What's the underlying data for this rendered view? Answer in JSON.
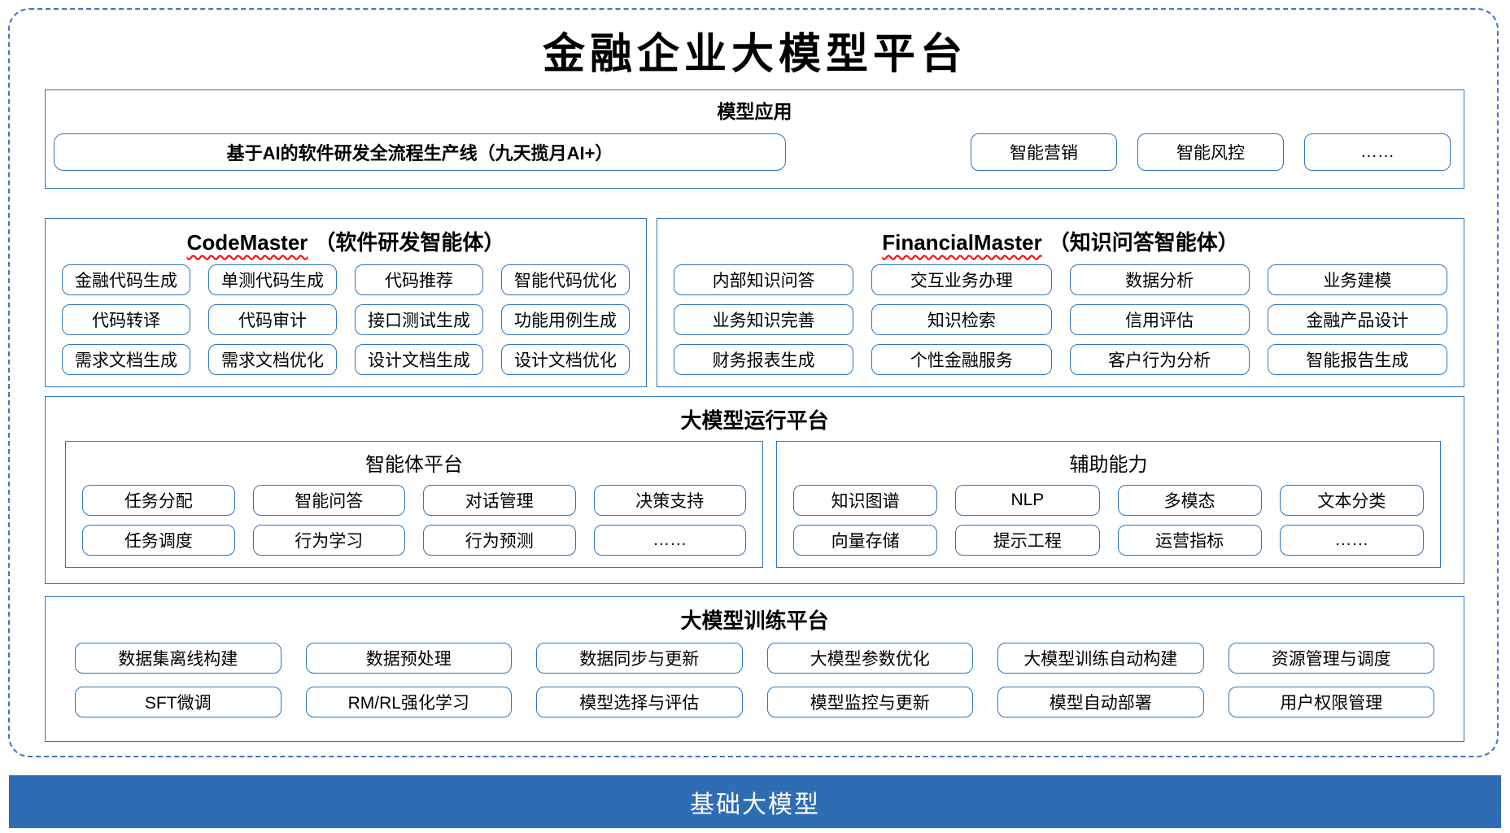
{
  "title": "金融企业大模型平台",
  "colors": {
    "accent_border": "#2E75B6",
    "outer_dashed_border": "#4472C4",
    "base_bar_background": "#2E6DB4",
    "base_bar_text": "#FFFFFF",
    "spellcheck_squiggle": "#FF0000"
  },
  "model_app": {
    "header": "模型应用",
    "pipeline": "基于AI的软件研发全流程生产线（九天揽月AI+）",
    "items": [
      "智能营销",
      "智能风控",
      "……"
    ]
  },
  "agents": [
    {
      "name_en": "CodeMaster",
      "name_zh": "（软件研发智能体）",
      "rows": [
        [
          "金融代码生成",
          "单测代码生成",
          "代码推荐",
          "智能代码优化"
        ],
        [
          "代码转译",
          "代码审计",
          "接口测试生成",
          "功能用例生成"
        ],
        [
          "需求文档生成",
          "需求文档优化",
          "设计文档生成",
          "设计文档优化"
        ]
      ]
    },
    {
      "name_en": "FinancialMaster",
      "name_zh": "（知识问答智能体）",
      "rows": [
        [
          "内部知识问答",
          "交互业务办理",
          "数据分析",
          "业务建模"
        ],
        [
          "业务知识完善",
          "知识检索",
          "信用评估",
          "金融产品设计"
        ],
        [
          "财务报表生成",
          "个性金融服务",
          "客户行为分析",
          "智能报告生成"
        ]
      ]
    }
  ],
  "run_platform": {
    "header": "大模型运行平台",
    "groups": [
      {
        "title": "智能体平台",
        "rows": [
          [
            "任务分配",
            "智能问答",
            "对话管理",
            "决策支持"
          ],
          [
            "任务调度",
            "行为学习",
            "行为预测",
            "……"
          ]
        ]
      },
      {
        "title": "辅助能力",
        "rows": [
          [
            "知识图谱",
            "NLP",
            "多模态",
            "文本分类"
          ],
          [
            "向量存储",
            "提示工程",
            "运营指标",
            "……"
          ]
        ]
      }
    ]
  },
  "train_platform": {
    "header": "大模型训练平台",
    "rows": [
      [
        "数据集离线构建",
        "数据预处理",
        "数据同步与更新",
        "大模型参数优化",
        "大模型训练自动构建",
        "资源管理与调度"
      ],
      [
        "SFT微调",
        "RM/RL强化学习",
        "模型选择与评估",
        "模型监控与更新",
        "模型自动部署",
        "用户权限管理"
      ]
    ]
  },
  "base_model": {
    "label": "基础大模型"
  }
}
